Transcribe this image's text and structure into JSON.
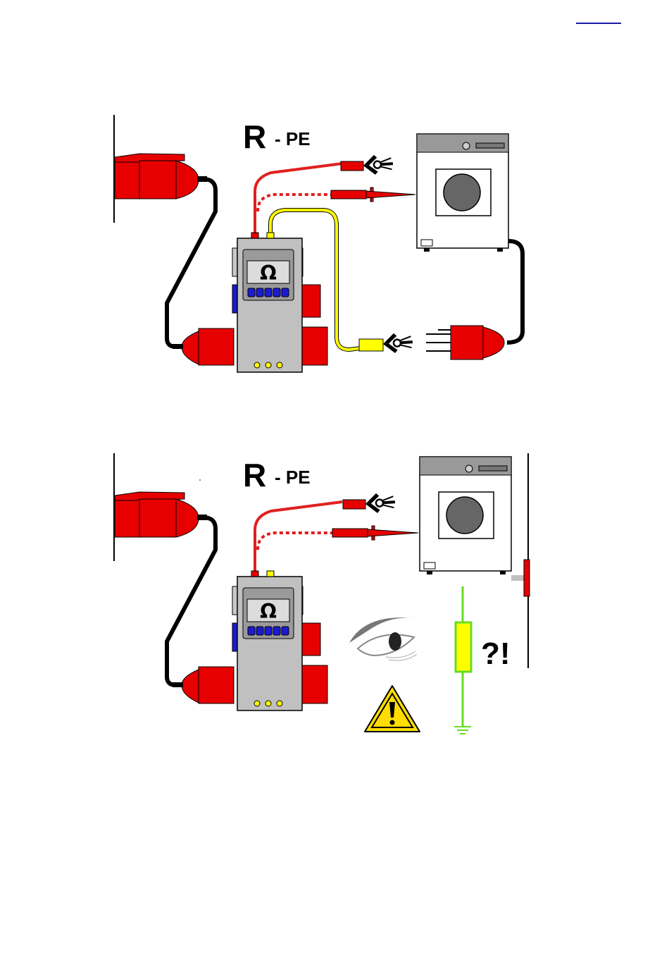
{
  "top_link": {
    "text": ""
  },
  "diagram1": {
    "label_r": "R",
    "label_pe": "- PE",
    "meter_symbol": "Ω"
  },
  "diagram2": {
    "label_r": "R",
    "label_pe": "- PE",
    "meter_symbol": "Ω",
    "question_text": "?!"
  },
  "icons": [
    "ground-symbol-icon",
    "eye-icon",
    "warning-triangle-icon",
    "resistor-icon",
    "earth-ground-icon"
  ],
  "colors": {
    "plug_red": "#e60000",
    "lead_red": "#e02020",
    "lead_yellow": "#ffff00",
    "ground_green": "#66dd22",
    "device_grey": "#c0c0c0",
    "screen_grey": "#dcdcdc",
    "key_blue": "#1b1bd0"
  }
}
